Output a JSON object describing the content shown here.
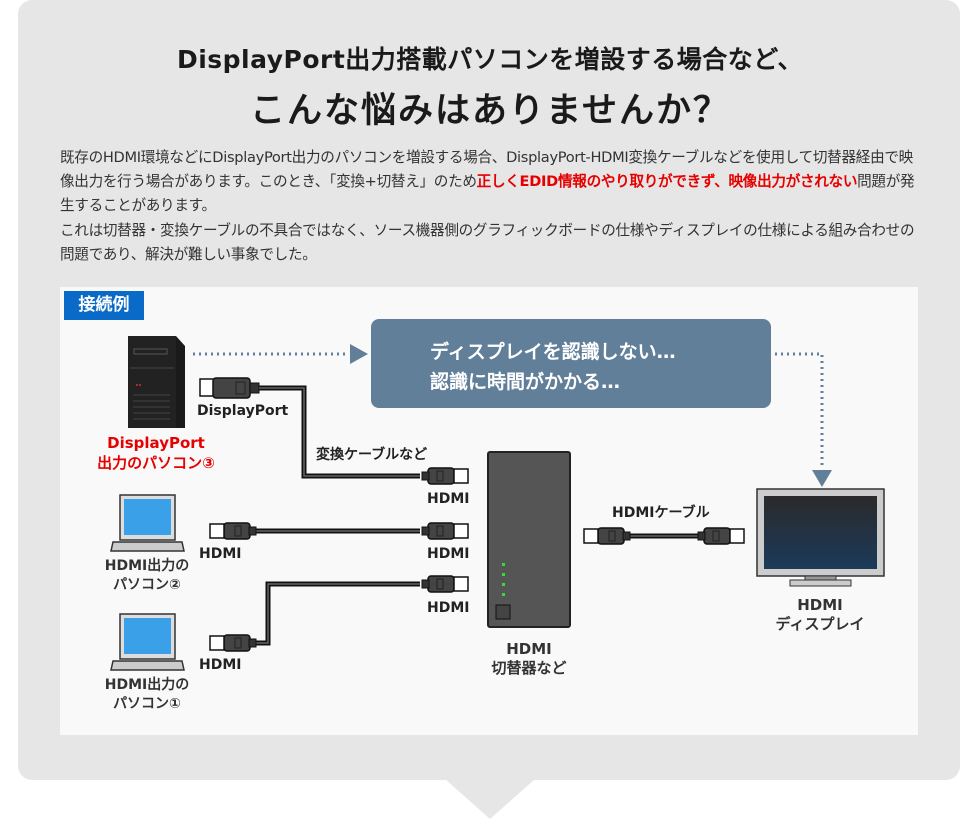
{
  "header": {
    "title_line1": "DisplayPort出力搭載パソコンを増設する場合など、",
    "title_line2": "こんな悩みはありませんか？"
  },
  "description": {
    "p1_a": "既存のHDMI環境などにDisplayPort出力のパソコンを増設する場合、DisplayPort-HDMI変換ケーブルなどを使用して切替器経由で映像出力を行う場合があります。このとき、「変換+切替え」のため",
    "p1_red": "正しくEDID情報のやり取りができず、映像出力がされない",
    "p1_b": "問題が発生することがあります。",
    "p2": "これは切替器・変換ケーブルの不具合ではなく、ソース機器側のグラフィックボードの仕様やディスプレイの仕様による組み合わせの問題であり、解決が難しい事象でした。"
  },
  "diagram": {
    "tag": "接続例",
    "callout_line1": "ディスプレイを認識しない…",
    "callout_line2": "認識に時間がかかる…",
    "dp_label": "DisplayPort",
    "pc3_line1": "DisplayPort",
    "pc3_line2": "出力のパソコン③",
    "cable_label": "変換ケーブルなど",
    "hdmi": "HDMI",
    "pc2_line1": "HDMI出力の",
    "pc2_line2": "パソコン②",
    "pc1_line1": "HDMI出力の",
    "pc1_line2": "パソコン①",
    "switch_line1": "HDMI",
    "switch_line2": "切替器など",
    "hdmi_cable": "HDMIケーブル",
    "display_line1": "HDMI",
    "display_line2": "ディスプレイ"
  },
  "colors": {
    "accent_red": "#e60000",
    "tag_blue": "#0a6ac8",
    "callout": "#627f99",
    "led": "#33dd33"
  }
}
